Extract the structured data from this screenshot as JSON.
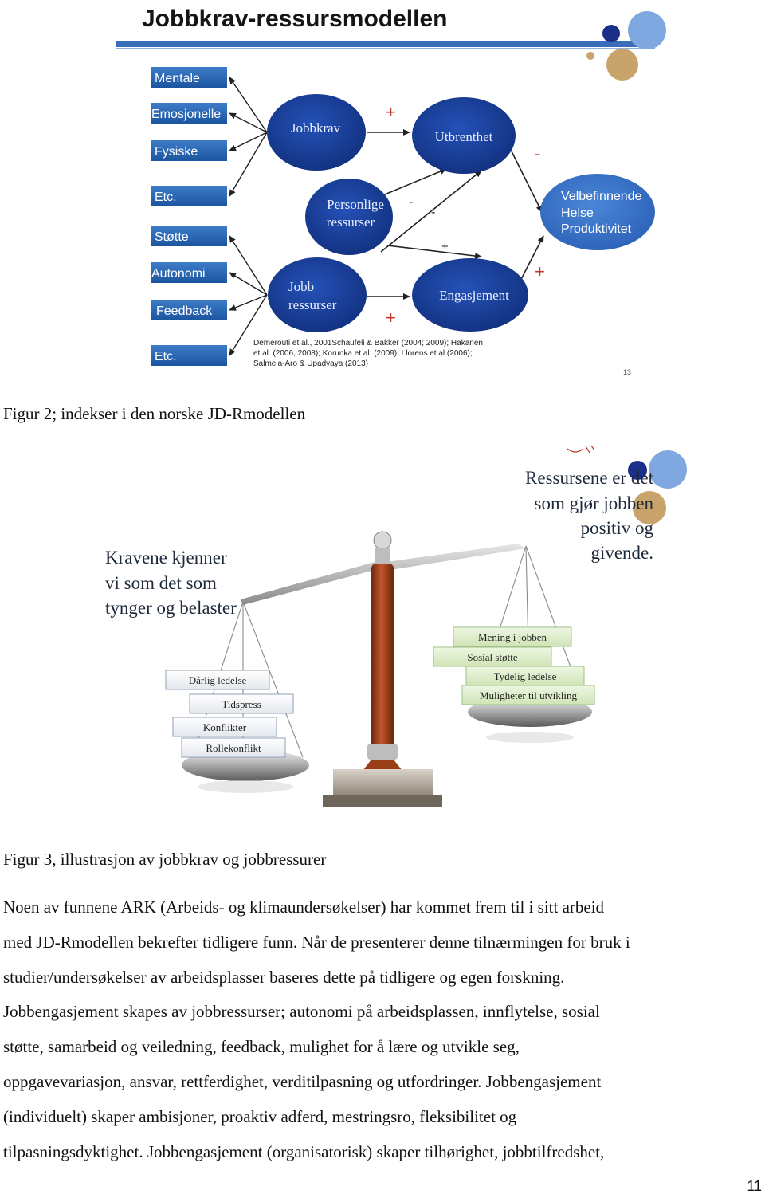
{
  "figure1": {
    "title": "Jobbkrav-ressursmodellen",
    "demands": [
      "Mentale",
      "Emosjonelle",
      "Fysiske",
      "Etc."
    ],
    "resources": [
      "Støtte",
      "Autonomi",
      "Feedback",
      "Etc."
    ],
    "circles": {
      "jobbkrav": "Jobbkrav",
      "utbrenthet": "Utbrenthet",
      "personlige_line1": "Personlige",
      "personlige_line2": "ressurser",
      "jobb_line1": "Jobb",
      "jobb_line2": "ressurser",
      "engasjement": "Engasjement",
      "outcome_line1": "Velbefinnende",
      "outcome_line2": "Helse",
      "outcome_line3": "Produktivitet"
    },
    "signs": {
      "top_plus": "+",
      "outcome_minus": "-",
      "pr_minus1": "-",
      "pr_minus2": "-",
      "mid_plus": "+",
      "outcome_plus": "+",
      "bottom_plus": "+"
    },
    "citation_line1": "Demerouti et al., 2001Schaufeli & Bakker (2004; 2009); Hakanen",
    "citation_line2": "et.al. (2006, 2008); Korunka et al. (2009); Llorens et al (2006);",
    "citation_line3": "Salmela-Aro & Upadyaya (2013)",
    "slide_number": "13"
  },
  "caption1": "Figur 2; indekser i den norske JD-Rmodellen",
  "figure2": {
    "left_text": [
      "Kravene kjenner",
      "vi som det som",
      "tynger og belaster"
    ],
    "right_text": [
      "Ressursene er det",
      "som gjør jobben",
      "positiv og",
      "givende."
    ],
    "left_labels": [
      "Dårlig ledelse",
      "Tidspress",
      "Konflikter",
      "Rollekonflikt"
    ],
    "right_labels": [
      "Mening i jobben",
      "Sosial støtte",
      "Tydelig ledelse",
      "Muligheter til utvikling"
    ]
  },
  "caption2": "Figur 3, illustrasjon av jobbkrav og jobbressurer",
  "paragraph_lines": [
    "Noen av funnene ARK (Arbeids- og klimaundersøkelser) har kommet frem til i sitt arbeid",
    "med JD-Rmodellen bekrefter tidligere funn. Når de presenterer denne tilnærmingen for bruk i",
    "studier/undersøkelser av arbeidsplasser baseres dette på tidligere og egen forskning.",
    "Jobbengasjement skapes av jobbressurser; autonomi på arbeidsplassen, innflytelse, sosial",
    "støtte, samarbeid og veiledning, feedback, mulighet for å lære og utvikle seg,",
    "oppgavevariasjon, ansvar, rettferdighet, verditilpasning og utfordringer. Jobbengasjement",
    "(individuelt) skaper ambisjoner, proaktiv adferd, mestringsro, fleksibilitet og",
    "tilpasningsdyktighet. Jobbengasjement (organisatorisk) skaper tilhørighet, jobbtilfredshet,"
  ],
  "page_number": "11",
  "colors": {
    "box_blue": "#1f5fae",
    "circle_blue": "#1a3f9a",
    "outcome_blue": "#3a72c9",
    "sign_red": "#c0392b",
    "label_green": "#dcecc8",
    "dark_navy": "#1b2f8a",
    "tan": "#c8a46c"
  }
}
